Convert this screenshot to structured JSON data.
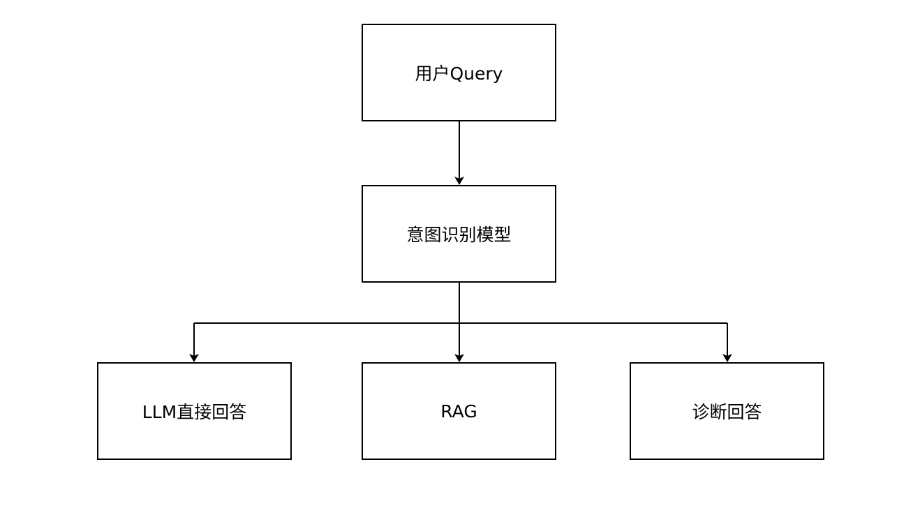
{
  "diagram": {
    "nodes": {
      "query": "用户Query",
      "intent": "意图识别模型",
      "llm": "LLM直接回答",
      "rag": "RAG",
      "diagnosis": "诊断回答"
    },
    "edges": [
      {
        "from": "query",
        "to": "intent"
      },
      {
        "from": "intent",
        "to": "llm"
      },
      {
        "from": "intent",
        "to": "rag"
      },
      {
        "from": "intent",
        "to": "diagnosis"
      }
    ],
    "colors": {
      "stroke": "#000000",
      "fill": "#ffffff",
      "text": "#000000"
    }
  }
}
